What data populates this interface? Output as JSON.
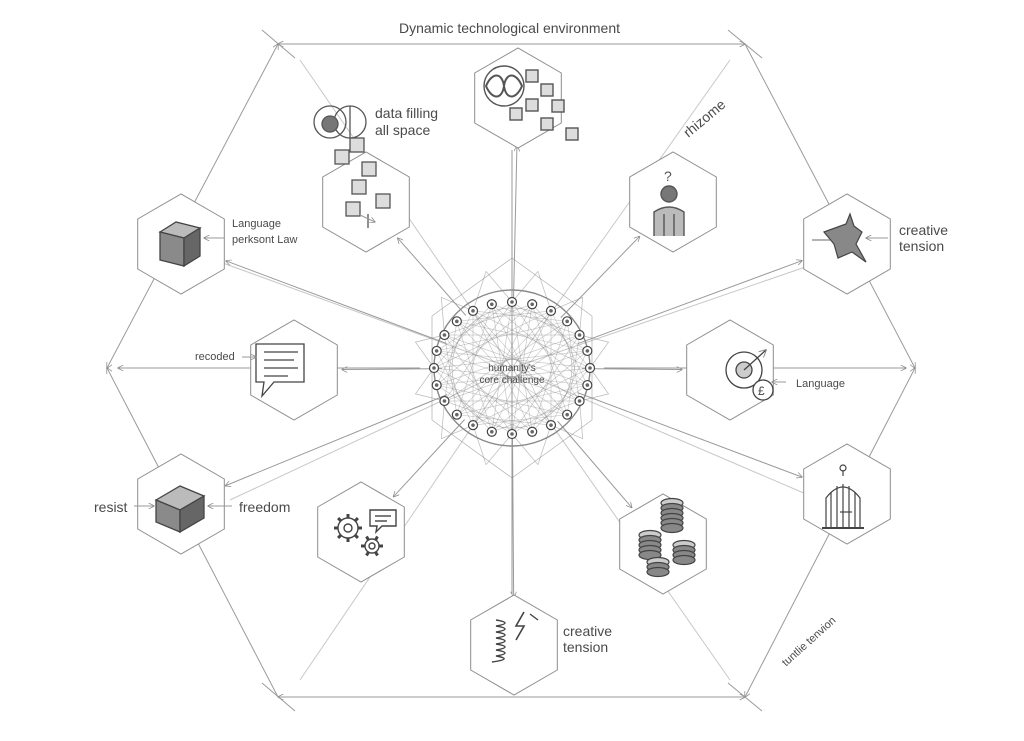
{
  "title": "Dynamic technological environment",
  "center_label": [
    "humanity's",
    "core challenge"
  ],
  "labels": {
    "data_filling": [
      "data filling",
      "all space"
    ],
    "rhizome": "rhizome",
    "language_law": [
      "Language",
      "perksont Law"
    ],
    "creative_tension_right": [
      "creative",
      "tension"
    ],
    "recoded": "recoded",
    "language_right": "Language",
    "resist": "resist",
    "freedom": "freedom",
    "creative_tension_bottom": [
      "creative",
      "tension"
    ],
    "tension_rotated": "tuntlie tenvion"
  },
  "icons": {
    "top": "infinity-cubes-icon",
    "top_left": "venn-cubes-icon",
    "top_right": "person-question-icon",
    "left_upper": "cube-icon",
    "right_upper": "hand-gesture-icon",
    "left_mid": "speech-bubble-icon",
    "right_mid": "target-coin-icon",
    "left_lower": "cube-icon",
    "right_lower": "birdcage-icon",
    "bottom_left": "gears-chat-icon",
    "bottom_right": "coin-stacks-icon",
    "bottom": "spring-lightning-icon"
  },
  "colors": {
    "line": "#9a9a9a",
    "ink": "#555555",
    "dark": "#3a3a3a",
    "fill": "#8a8a8a"
  }
}
